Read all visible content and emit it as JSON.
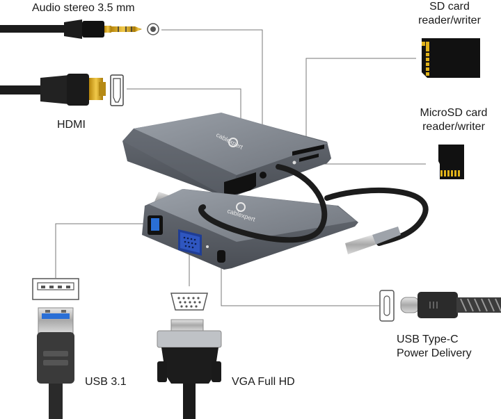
{
  "labels": {
    "audio": "Audio stereo 3.5 mm",
    "hdmi": "HDMI",
    "sd_line1": "SD card",
    "sd_line2": "reader/writer",
    "microsd_line1": "MicroSD card",
    "microsd_line2": "reader/writer",
    "usbc_line1": "USB Type-C",
    "usbc_line2": "Power Delivery",
    "usb": "USB 3.1",
    "vga": "VGA Full HD"
  },
  "brand": "cablexpert",
  "colors": {
    "hub_top": "#8a8f97",
    "hub_side": "#5d6168",
    "cable": "#1c1c1c",
    "leader_line": "#777777",
    "usb_blue": "#2a6fd6",
    "vga_blue": "#2f56c0",
    "sd_gold": "#e0b21a"
  },
  "icons": [
    "audio-jack-icon",
    "hdmi-port-icon",
    "sd-card-icon",
    "microsd-card-icon",
    "usb-c-port-icon",
    "usb-a-port-icon",
    "vga-port-icon"
  ]
}
